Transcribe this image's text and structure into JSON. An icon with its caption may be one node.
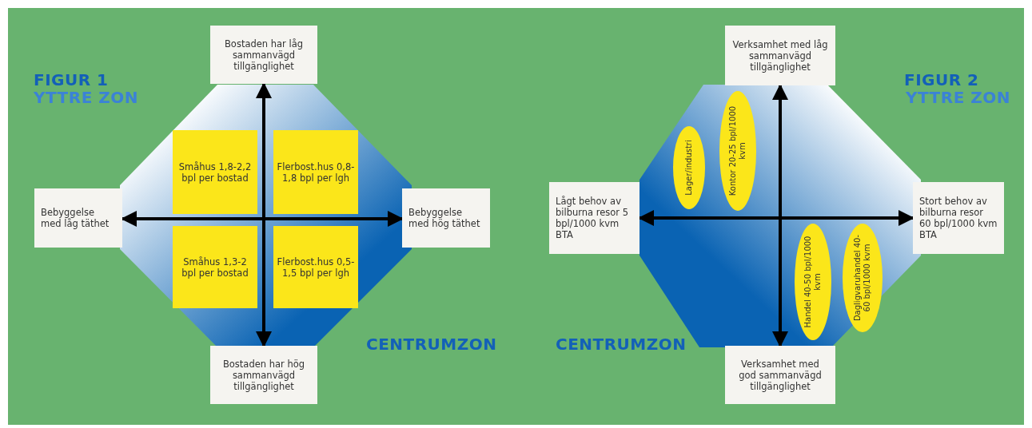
{
  "diagram": {
    "nodes": [
      {
        "text": [
          "Bostaden har låg sammanvägd tillgänglighet"
        ]
      },
      {
        "text": [
          "Bebyggelse med låg täthet"
        ]
      },
      {
        "text": [
          "Småhus 1,8-2,2 bpl per bostad"
        ]
      },
      {
        "text": [
          "Flerbost.hus 0,8-1,8 bpl per lgh"
        ]
      },
      {
        "text": [
          "Bebyggelse med hög täthet"
        ]
      },
      {
        "text": [
          "Småhus 1,3-2 bpl per bostad"
        ]
      },
      {
        "text": [
          "Flerbost.hus 0,5-1,5 bpl per lgh"
        ]
      },
      {
        "text": [
          "Bostaden har hög sammanvägd tillgänglighet"
        ]
      },
      {
        "text": [
          "Verksamhet med låg sammanvägd tillgänglighet"
        ]
      },
      {
        "text": [
          "Lager/industri"
        ]
      },
      {
        "text": [
          "Kontor 20-25 bpl/1000 kvm"
        ]
      },
      {
        "text": [
          "Lågt behov av bilburna resor 5 bpl/1000 kvm BTA"
        ]
      },
      {
        "text": [
          "Stort behov av bilburna resor 60 bpl/1000 kvm BTA"
        ]
      },
      {
        "text": [
          "Handel 40-50 bpl/1000 kvm"
        ]
      },
      {
        "text": [
          "Dagligvaruhandel 40-60 bpl/1000 kvm"
        ]
      },
      {
        "text": [
          "Verksamhet med god sammanvägd tillgänglighet"
        ]
      }
    ],
    "edges": [
      {
        "from": 0,
        "to": 7,
        "arrow": "both"
      },
      {
        "from": 1,
        "to": 4,
        "arrow": "both"
      },
      {
        "from": 8,
        "to": 15,
        "arrow": "both"
      },
      {
        "from": 11,
        "to": 12,
        "arrow": "both"
      }
    ],
    "labels": [
      "FIGUR 1",
      "YTTRE ZON",
      "FIGUR 2",
      "YTTRE ZON",
      "CENTRUMZON",
      "CENTRUMZON"
    ]
  }
}
